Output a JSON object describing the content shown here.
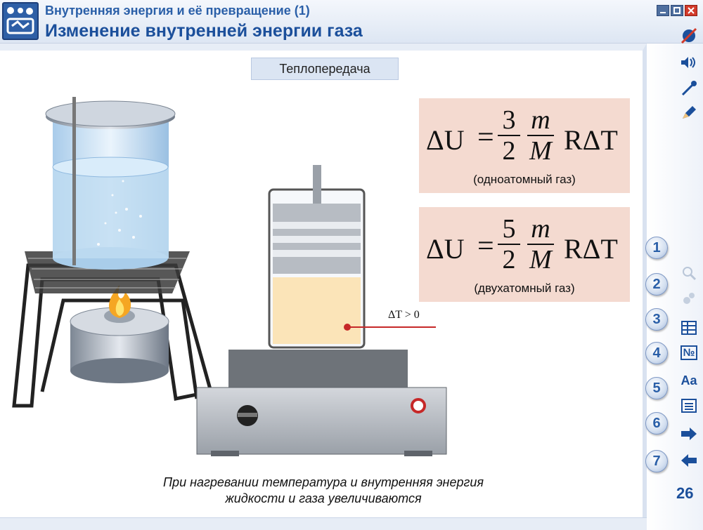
{
  "header": {
    "subtitle": "Внутренняя энергия и её превращение (1)",
    "title": "Изменение внутренней энергии газа"
  },
  "section_tab": "Теплопередача",
  "formulas": [
    {
      "lhs": "ΔU",
      "eq": "=",
      "num": "3",
      "den": "2",
      "m_num": "m",
      "m_den": "M",
      "rhs": "RΔT",
      "note": "(одноатомный газ)"
    },
    {
      "lhs": "ΔU",
      "eq": "=",
      "num": "5",
      "den": "2",
      "m_num": "m",
      "m_den": "M",
      "rhs": "RΔT",
      "note": "(двухатомный газ)"
    }
  ],
  "delta_label": "ΔT > 0",
  "caption": {
    "line1": "При нагревании температура и внутренняя энергия",
    "line2": "жидкости и газа увеличиваются"
  },
  "nav": {
    "buttons": [
      "1",
      "2",
      "3",
      "4",
      "5",
      "6",
      "7"
    ],
    "page_number": "26",
    "numbering_label": "№",
    "font_label": "Aa"
  },
  "colors": {
    "accent": "#1b4f9b",
    "formula_bg": "#f4dad0",
    "liquid": "#fbe4b8",
    "water": "#bfdcf1"
  }
}
